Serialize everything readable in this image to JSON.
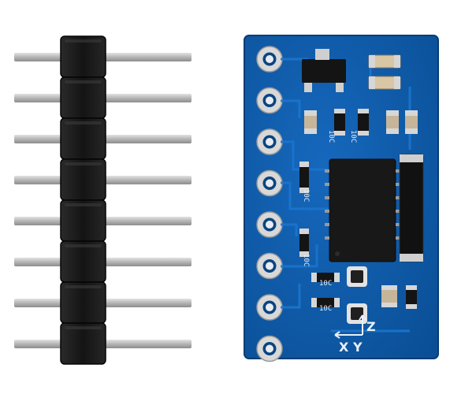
{
  "photo": {
    "background": "#ffffff",
    "header": {
      "pin_count": 8,
      "body_color": "#1b1b1b",
      "pin_color": "#b9b9b9"
    },
    "board": {
      "pcb_color": "#0d5aa8",
      "pad_color": "#d8d8d8",
      "silkscreen_color": "#e8f0f8",
      "chip_color": "#161616",
      "pad_count": 8,
      "silkscreen_marks": [
        "10C",
        "10C",
        "10C",
        "10C",
        "10C",
        "10C"
      ],
      "axis_labels": [
        "X",
        "Y",
        "Z"
      ]
    }
  }
}
